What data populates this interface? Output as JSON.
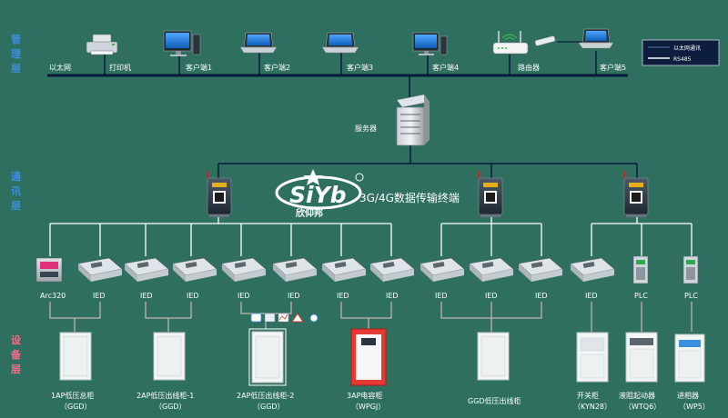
{
  "layers": {
    "management": [
      "管",
      "理",
      "层"
    ],
    "communication": [
      "通",
      "讯",
      "层"
    ],
    "device": [
      "设",
      "备",
      "层"
    ]
  },
  "legend": {
    "ethernet": "以太网通讯",
    "rs485": "RS485"
  },
  "network": {
    "ethernet": "以太网",
    "printer": "打印机",
    "client1": "客户端1",
    "client2": "客户端2",
    "client3": "客户端3",
    "client4": "客户端4",
    "router": "路由器",
    "client5": "客户端5",
    "server": "服务器"
  },
  "brand": {
    "logo": "SiYb",
    "cn_name": "欣仰邦",
    "product": "3G/4G数据传输终端"
  },
  "device_labels": {
    "arc320": "Arc320",
    "ied": "IED",
    "plc": "PLC"
  },
  "cabinets": {
    "c1": [
      "1AP低压总柜",
      "（GGD）"
    ],
    "c2": [
      "2AP低压出线柜-1",
      "（GGD）"
    ],
    "c3": [
      "2AP低压出线柜-2",
      "（GGD）"
    ],
    "c4": [
      "3AP电容柜",
      "（WPGJ）"
    ],
    "c5": [
      "GGD低压出线柜"
    ],
    "c6": [
      "开关柜",
      "（KYN28）"
    ],
    "c7": [
      "液阻起动器",
      "（WTQ6）"
    ],
    "c8": [
      "进相器",
      "（WP5）"
    ]
  },
  "colors": {
    "background": "#2f6f5f",
    "layer_text": "#3b8fe0",
    "device_layer_text": "#ff6a8a",
    "bus": "#0a1a3a",
    "rs485": "#ffffff"
  }
}
